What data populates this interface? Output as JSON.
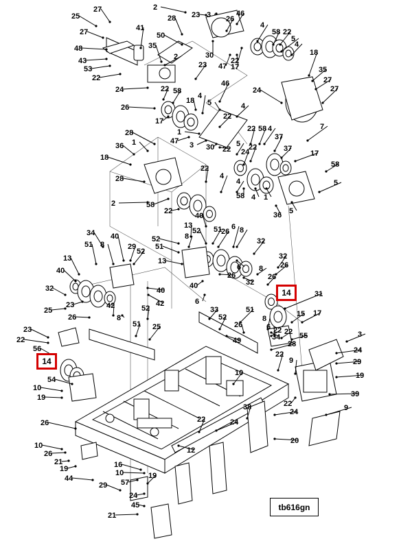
{
  "diagram": {
    "drawing_code": "tb616gn",
    "highlighted_callouts": [
      "14",
      "14"
    ],
    "callouts": [
      "25",
      "27",
      "27",
      "48",
      "43",
      "53",
      "22",
      "2",
      "23",
      "28",
      "3",
      "46",
      "26",
      "50",
      "41",
      "35",
      "30",
      "47",
      "17",
      "22",
      "4",
      "58",
      "22",
      "5",
      "4",
      "18",
      "35",
      "27",
      "24",
      "27",
      "24",
      "22",
      "58",
      "26",
      "17",
      "18",
      "4",
      "2",
      "23",
      "46",
      "5",
      "4",
      "22",
      "47",
      "1",
      "3",
      "30",
      "22",
      "5",
      "22",
      "22",
      "58",
      "4",
      "37",
      "37",
      "28",
      "7",
      "1",
      "36",
      "18",
      "28",
      "2",
      "17",
      "24",
      "58",
      "5",
      "22",
      "4",
      "4",
      "58",
      "22",
      "58",
      "4",
      "1",
      "36",
      "5",
      "13",
      "52",
      "40",
      "51",
      "26",
      "6",
      "8",
      "32",
      "52",
      "51",
      "8",
      "13",
      "40",
      "6",
      "26",
      "6",
      "32",
      "8",
      "26",
      "32",
      "26",
      "34",
      "40",
      "8",
      "29",
      "52",
      "51",
      "13",
      "40",
      "32",
      "25",
      "23",
      "26",
      "42",
      "8",
      "52",
      "51",
      "40",
      "25",
      "42",
      "33",
      "52",
      "51",
      "8",
      "34",
      "26",
      "6",
      "22",
      "22",
      "28",
      "55",
      "17",
      "15",
      "31",
      "23",
      "22",
      "56",
      "54",
      "10",
      "19",
      "49",
      "22",
      "3",
      "24",
      "29",
      "19",
      "9",
      "39",
      "10",
      "26",
      "22",
      "24",
      "9",
      "22",
      "24",
      "38",
      "20",
      "10",
      "26",
      "21",
      "19",
      "44",
      "16",
      "10",
      "19",
      "57",
      "12",
      "29",
      "24",
      "45",
      "21"
    ]
  }
}
